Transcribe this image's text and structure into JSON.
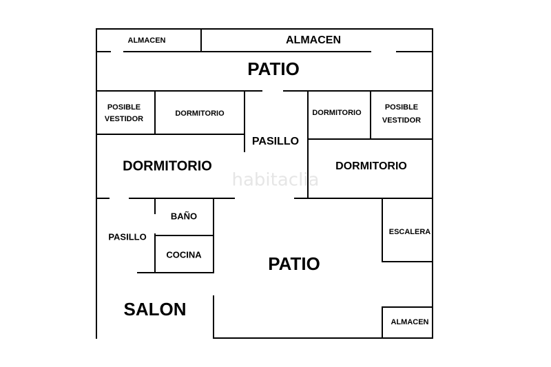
{
  "rooms": {
    "almacen_top_left": "ALMACEN",
    "almacen_top_right": "ALMACEN",
    "patio_top": "PATIO",
    "vestidor_left": [
      "POSIBLE",
      "VESTIDOR"
    ],
    "dormitorio_small_left": "DORMITORIO",
    "pasillo_center": "PASILLO",
    "dormitorio_small_right": "DORMITORIO",
    "vestidor_right": [
      "POSIBLE",
      "VESTIDOR"
    ],
    "dormitorio_large_left": "DORMITORIO",
    "dormitorio_large_right": "DORMITORIO",
    "bano": "BAÑO",
    "pasillo_left": "PASILLO",
    "cocina": "COCINA",
    "patio_main": "PATIO",
    "escalera": "ESCALERA",
    "salon": "SALON",
    "almacen_bottom_right": "ALMACEN"
  },
  "watermark": "habitaclia",
  "colors": {
    "wall": "#000000",
    "background": "#ffffff",
    "watermark": "#e6e6e6"
  }
}
